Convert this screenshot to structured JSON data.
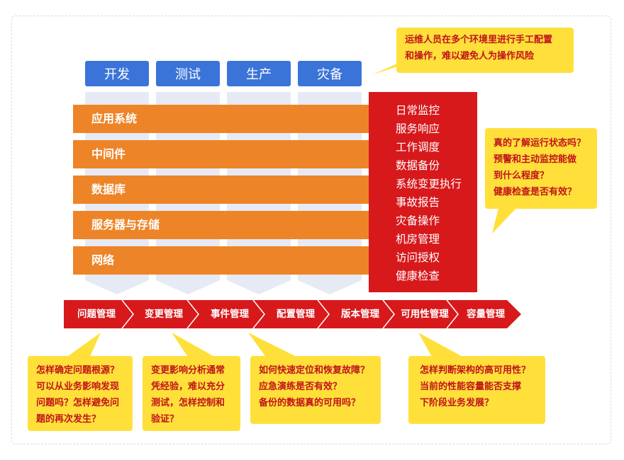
{
  "environments": [
    "开发",
    "测试",
    "生产",
    "灾备"
  ],
  "layers": [
    "应用系统",
    "中间件",
    "数据库",
    "服务器与存储",
    "网络"
  ],
  "operations": [
    "日常监控",
    "服务响应",
    "工作调度",
    "数据备份",
    "系统变更执行",
    "事故报告",
    "灾备操作",
    "机房管理",
    "访问授权",
    "健康检查"
  ],
  "processes": [
    "问题管理",
    "变更管理",
    "事件管理",
    "配置管理",
    "版本管理",
    "可用性管理",
    "容量管理"
  ],
  "callouts": {
    "top": [
      "运维人员在多个环境里进行手工配置",
      "和操作，难以避免人为操作风险"
    ],
    "right": [
      "真的了解运行状态吗？",
      "预警和主动监控能做",
      "到什么程度？",
      "健康检查是否有效？"
    ],
    "bottom1": [
      "怎样确定问题根源？",
      "可以从业务影响发现",
      "问题吗？怎样避免问",
      "题的再次发生？"
    ],
    "bottom2": [
      "变更影响分析通常",
      "凭经验，难以充分",
      "测试，怎样控制和",
      "验证？"
    ],
    "bottom3": [
      "如何快速定位和恢复故障？",
      "应急演练是否有效？",
      "备份的数据真的可用吗？"
    ],
    "bottom4": [
      "怎样判断架构的高可用性？",
      "当前的性能容量能否支撑",
      "下阶段业务发展？"
    ]
  },
  "colors": {
    "tab_blue": "#3b74d8",
    "column_grey": "#e6eaf4",
    "layer_orange": "#ee8428",
    "ops_red": "#d7191c",
    "callout_yellow": "#ffe03a",
    "callout_text": "#c0121b"
  }
}
